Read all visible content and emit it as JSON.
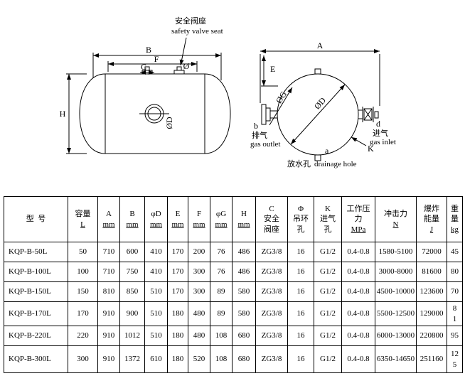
{
  "colors": {
    "background": "#ffffff",
    "line": "#000000",
    "text": "#000000"
  },
  "side_view": {
    "callout_cn": "安全阀座",
    "callout_en": "safety valve seat",
    "dim_b": "B",
    "dim_f": "F",
    "dim_c": "C",
    "dim_phi": "Ø",
    "dim_h": "H",
    "dim_od": "ØD"
  },
  "end_view": {
    "dim_a": "A",
    "dim_e": "E",
    "dim_og": "ØG",
    "dim_od": "ØD",
    "outlet_letter": "b",
    "outlet_cn": "排气",
    "outlet_en": "gas outlet",
    "inlet_letter": "d",
    "inlet_cn": "进气",
    "inlet_en": "gas inlet",
    "hole_k": "K",
    "hole_a": "a",
    "drain_cn": "放水孔",
    "drain_en": "drainage hole"
  },
  "table": {
    "headers": [
      {
        "lines": [
          "型  号"
        ],
        "u": []
      },
      {
        "lines": [
          "容量",
          "L"
        ],
        "u": [
          1
        ]
      },
      {
        "lines": [
          "A",
          "mm"
        ],
        "u": [
          1
        ]
      },
      {
        "lines": [
          "B",
          "mm"
        ],
        "u": [
          1
        ]
      },
      {
        "lines": [
          "φD",
          "mm"
        ],
        "u": [
          1
        ]
      },
      {
        "lines": [
          "E",
          "mm"
        ],
        "u": [
          1
        ]
      },
      {
        "lines": [
          "F",
          "mm"
        ],
        "u": [
          1
        ]
      },
      {
        "lines": [
          "φG",
          "mm"
        ],
        "u": [
          1
        ]
      },
      {
        "lines": [
          "H",
          "mm"
        ],
        "u": [
          1
        ]
      },
      {
        "lines": [
          "C",
          "安全",
          "阀座"
        ],
        "u": []
      },
      {
        "lines": [
          "Φ",
          "吊环",
          "孔"
        ],
        "u": []
      },
      {
        "lines": [
          "K",
          "进气",
          "孔"
        ],
        "u": []
      },
      {
        "lines": [
          "工作压",
          "力",
          "MPa"
        ],
        "u": [
          2
        ]
      },
      {
        "lines": [
          "冲击力",
          "N"
        ],
        "u": [
          1
        ]
      },
      {
        "lines": [
          "爆炸",
          "能量",
          "J"
        ],
        "u": [
          2
        ]
      },
      {
        "lines": [
          "重",
          "量",
          "kg"
        ],
        "u": [
          2
        ]
      }
    ],
    "rows": [
      [
        "KQP-B-50L",
        "50",
        "710",
        "600",
        "410",
        "170",
        "200",
        "76",
        "486",
        "ZG3/8",
        "16",
        "G1/2",
        "0.4-0.8",
        "1580-5100",
        "72000",
        "45"
      ],
      [
        "KQP-B-100L",
        "100",
        "710",
        "750",
        "410",
        "170",
        "300",
        "76",
        "486",
        "ZG3/8",
        "16",
        "G1/2",
        "0.4-0.8",
        "3000-8000",
        "81600",
        "80"
      ],
      [
        "KQP-B-150L",
        "150",
        "810",
        "850",
        "510",
        "170",
        "300",
        "89",
        "580",
        "ZG3/8",
        "16",
        "G1/2",
        "0.4-0.8",
        "4500-10000",
        "123600",
        "70"
      ],
      [
        "KQP-B-170L",
        "170",
        "910",
        "900",
        "510",
        "180",
        "480",
        "89",
        "580",
        "ZG3/8",
        "16",
        "G1/2",
        "0.4-0.8",
        "5500-12500",
        "129000",
        "8\n1"
      ],
      [
        "KQP-B-220L",
        "220",
        "910",
        "1012",
        "510",
        "180",
        "480",
        "108",
        "680",
        "ZG3/8",
        "16",
        "G1/2",
        "0.4-0.8",
        "6000-13000",
        "220800",
        "95"
      ],
      [
        "KQP-B-300L",
        "300",
        "910",
        "1372",
        "610",
        "180",
        "520",
        "108",
        "680",
        "ZG3/8",
        "16",
        "G1/2",
        "0.4-0.8",
        "6350-14650",
        "251160",
        "12\n5"
      ]
    ]
  }
}
